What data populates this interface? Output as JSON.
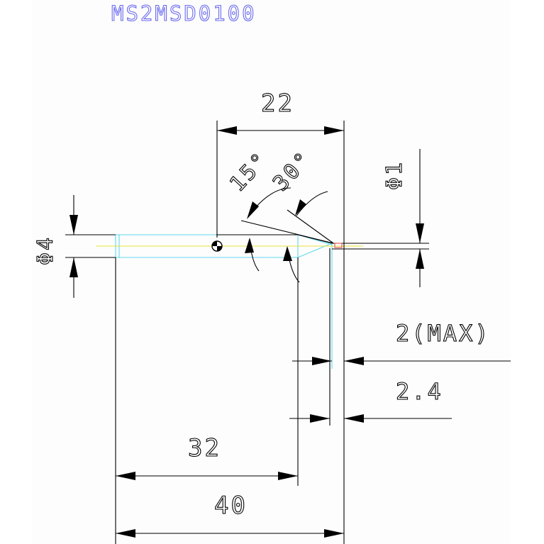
{
  "drawing": {
    "part_number": "MS2MSD0100",
    "dims": {
      "top_width": "22",
      "angle_15": "15°",
      "angle_30": "30°",
      "tip_diameter": "Φ1",
      "shank_diameter": "Φ4",
      "max_length": "2(MAX)",
      "length_2_4": "2.4",
      "length_32": "32",
      "overall_40": "40"
    },
    "colors": {
      "title": "#6b6bef",
      "geometry": "#000000",
      "body": "#5fd8f0",
      "centerline": "#e8e23a",
      "tip": "#e04040"
    }
  }
}
